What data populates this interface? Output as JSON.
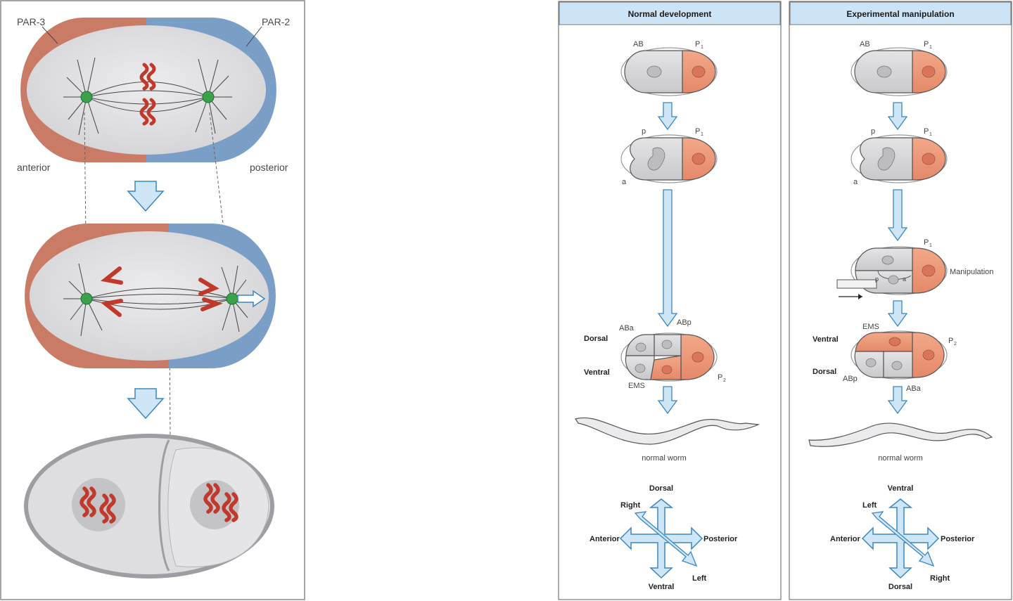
{
  "left_panel": {
    "par3_label": "PAR-3",
    "par2_label": "PAR-2",
    "anterior_label": "anterior",
    "posterior_label": "posterior"
  },
  "normal_panel": {
    "title": "Normal development",
    "ab": "AB",
    "p1": "P",
    "p1_sub": "1",
    "p": "p",
    "a": "a",
    "aba": "ABa",
    "abp": "ABp",
    "ems": "EMS",
    "p2": "P",
    "p2_sub": "2",
    "dorsal": "Dorsal",
    "ventral": "Ventral",
    "worm_label": "normal worm",
    "compass": {
      "top": "Dorsal",
      "bottom": "Ventral",
      "left": "Anterior",
      "right": "Posterior",
      "diag_up": "Right",
      "diag_down": "Left"
    }
  },
  "manip_panel": {
    "title": "Experimental manipulation",
    "ab": "AB",
    "p1": "P",
    "p1_sub": "1",
    "p": "p",
    "a": "a",
    "p1b": "P",
    "p1b_sub": "1",
    "manipulation": "Manipulation",
    "mp": "p",
    "ma": "a",
    "ems": "EMS",
    "p2": "P",
    "p2_sub": "2",
    "ventral": "Ventral",
    "dorsal": "Dorsal",
    "abp": "ABp",
    "aba": "ABa",
    "worm_label": "normal worm",
    "compass": {
      "top": "Ventral",
      "bottom": "Dorsal",
      "left": "Anterior",
      "right": "Posterior",
      "diag_up": "Left",
      "diag_down": "Right"
    }
  },
  "colors": {
    "par3": "#c97b65",
    "par2": "#7a9ec6",
    "cytoplasm": "#e0e0e2",
    "chromosome": "#c0392b",
    "centrosome": "#3aa24a",
    "arrow_fill": "#cfe6f7",
    "arrow_stroke": "#3a86c2",
    "header_bg": "#cde4f6",
    "p_cell": "#ec9a7a"
  }
}
